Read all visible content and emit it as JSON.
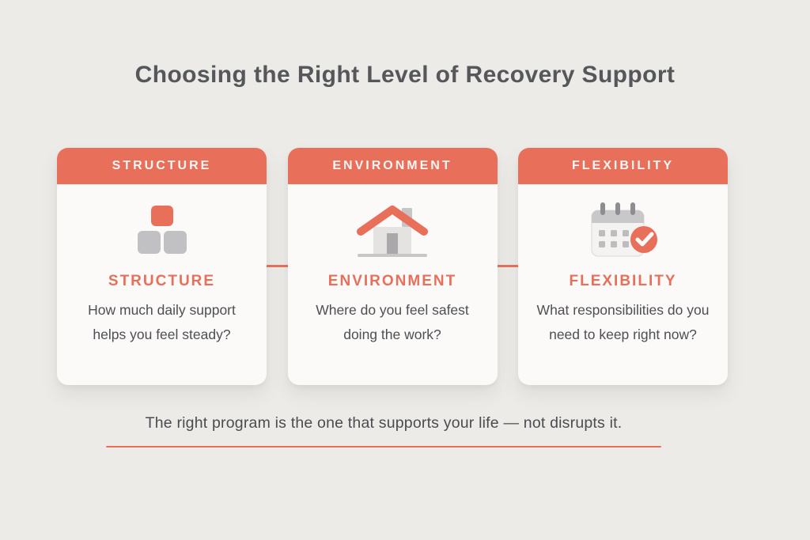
{
  "page": {
    "title": "Choosing the Right Level of Recovery Support",
    "tagline": "The right program is the one that supports your life — not disrupts it."
  },
  "colors": {
    "accent_coral": "#E8705B",
    "background": "#ECEBE8",
    "card_background": "#FBFAF9",
    "icon_gray": "#C1C1C3",
    "heading_text": "#56575B",
    "body_text": "#4E4F53"
  },
  "cards": [
    {
      "header": "STRUCTURE",
      "icon": "blocks-icon",
      "title": "STRUCTURE",
      "question": "How much daily support helps you feel steady?"
    },
    {
      "header": "ENVIRONMENT",
      "icon": "house-icon",
      "title": "ENVIRONMENT",
      "question": "Where do you feel safest doing the work?"
    },
    {
      "header": "FLEXIBILITY",
      "icon": "calendar-check-icon",
      "title": "FLEXIBILITY",
      "question": "What responsibilities do you need to keep right now?"
    }
  ]
}
